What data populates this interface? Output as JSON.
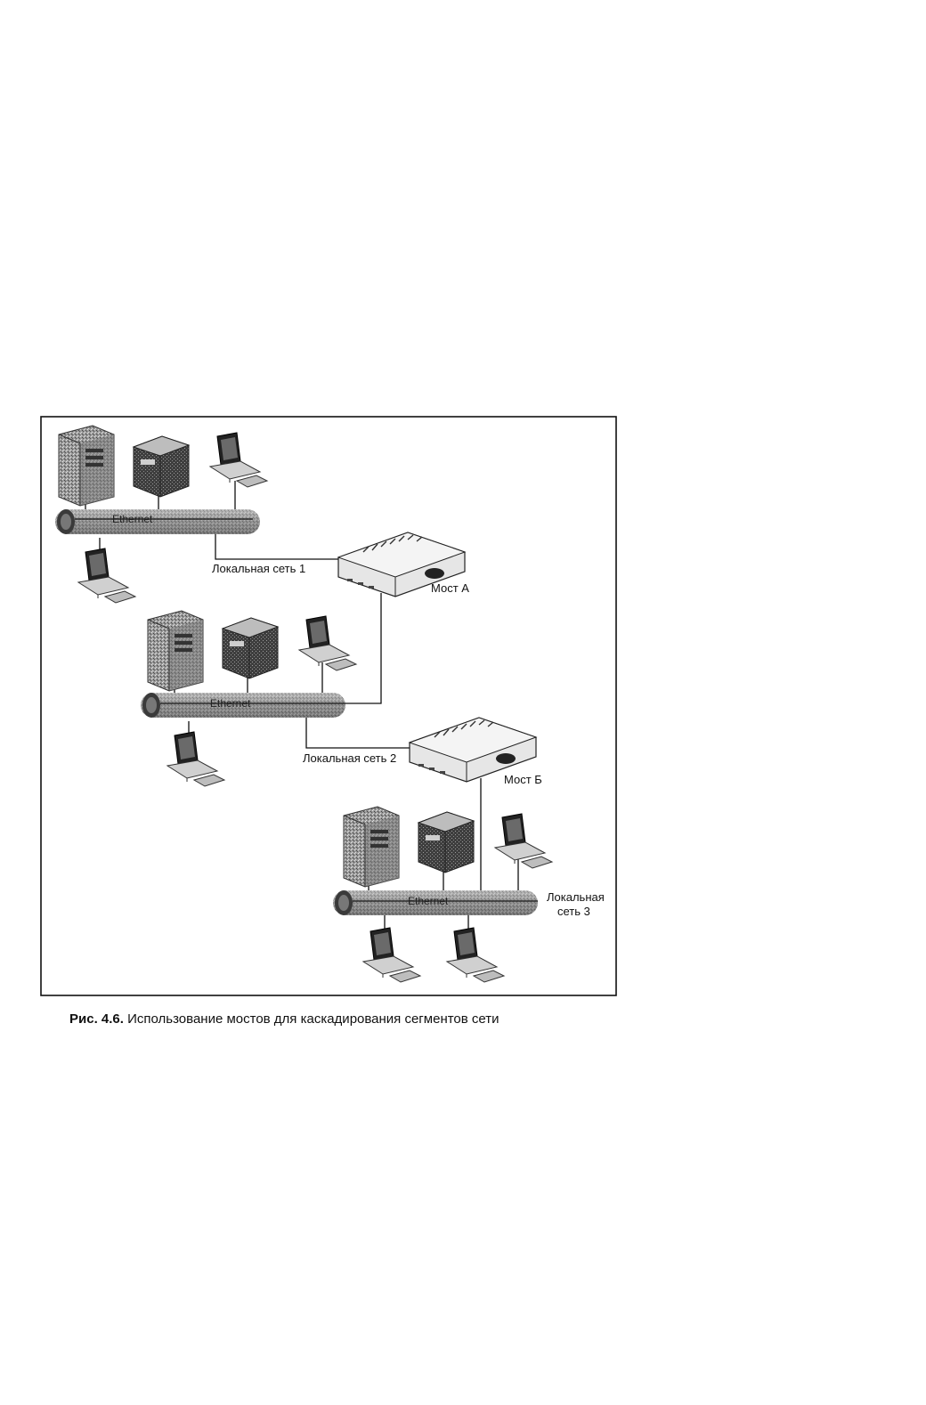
{
  "networks": [
    {
      "bus_label": "Ethernet",
      "lan_label": "Локальная сеть 1"
    },
    {
      "bus_label": "Ethernet",
      "lan_label": "Локальная сеть 2"
    },
    {
      "bus_label": "Ethernet",
      "lan_label_line1": "Локальная",
      "lan_label_line2": "сеть 3"
    }
  ],
  "bridges": [
    {
      "label": "Мост А"
    },
    {
      "label": "Мост Б"
    }
  ],
  "caption": {
    "prefix": "Рис. 4.6.",
    "text": "Использование мостов для каскадирования сегментов сети"
  }
}
